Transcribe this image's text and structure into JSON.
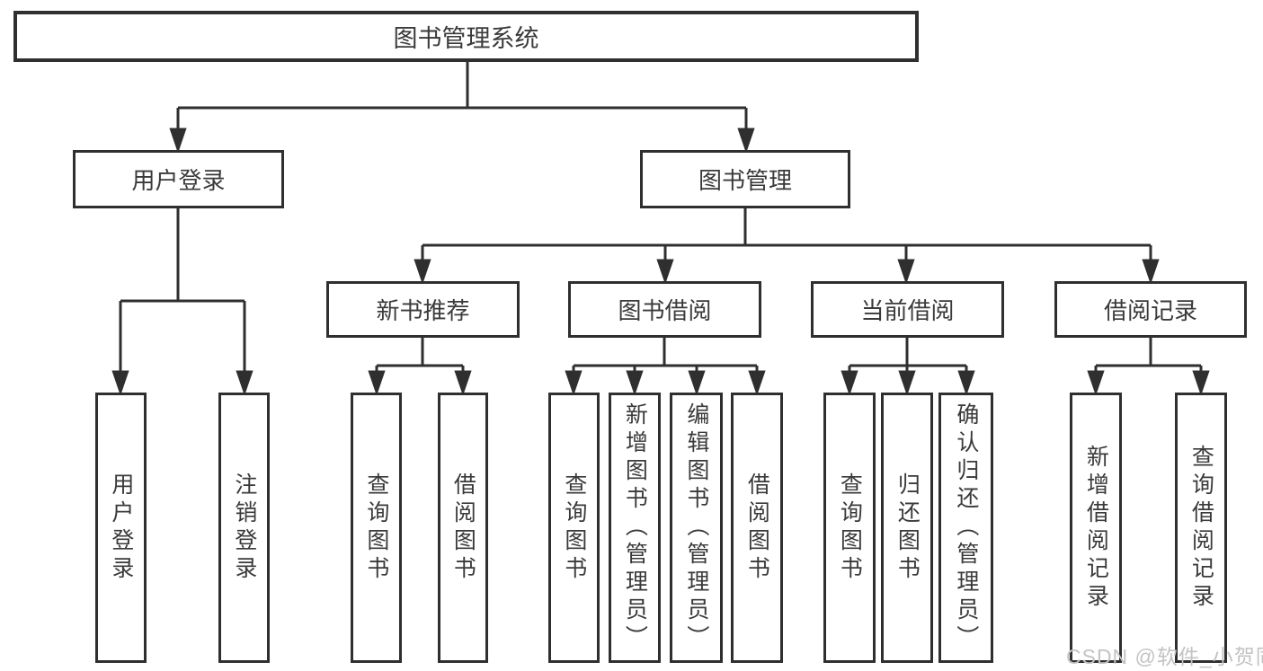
{
  "colors": {
    "line": "#2f2f2f",
    "box_border": "#2f2f2f",
    "text": "#3a3a3a",
    "watermark": "#c3c3c3",
    "background": "#ffffff"
  },
  "tree": {
    "label": "图书管理系统",
    "children": [
      {
        "label": "用户登录",
        "children": [
          {
            "label": "用户登录"
          },
          {
            "label": "注销登录"
          }
        ]
      },
      {
        "label": "图书管理",
        "children": [
          {
            "label": "新书推荐",
            "children": [
              {
                "label": "查询图书"
              },
              {
                "label": "借阅图书"
              }
            ]
          },
          {
            "label": "图书借阅",
            "children": [
              {
                "label": "查询图书"
              },
              {
                "label": "新增图书（管理员）"
              },
              {
                "label": "编辑图书（管理员）"
              },
              {
                "label": "借阅图书"
              }
            ]
          },
          {
            "label": "当前借阅",
            "children": [
              {
                "label": "查询图书"
              },
              {
                "label": "归还图书"
              },
              {
                "label": "确认归还（管理员）"
              }
            ]
          },
          {
            "label": "借阅记录",
            "children": [
              {
                "label": "新增借阅记录"
              },
              {
                "label": "查询借阅记录"
              }
            ]
          }
        ]
      }
    ]
  },
  "watermark": {
    "text": "CSDN @软件_小贺同学"
  }
}
